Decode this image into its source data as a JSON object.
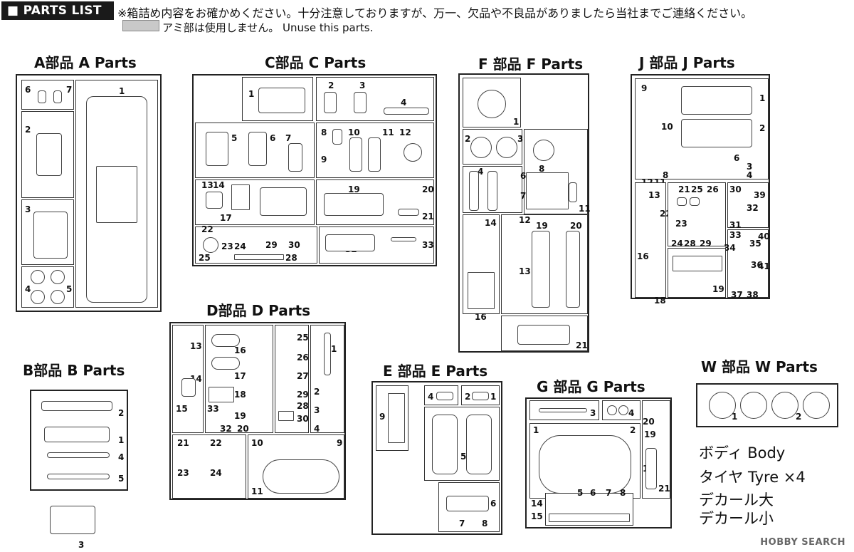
{
  "header": {
    "badge": "■ PARTS LIST",
    "note_jp": "※箱詰め内容をお確かめください。十分注意しておりますが、万一、欠品や不良品がありましたら当社までご連絡ください。",
    "unuse_jp": "アミ部は使用しません。",
    "unuse_en": "Unuse this parts."
  },
  "sections": {
    "A": "A部品 A Parts",
    "B": "B部品 B Parts",
    "C": "C部品 C Parts",
    "D": "D部品 D Parts",
    "E": "E 部品 E Parts",
    "F": "F 部品 F Parts",
    "G": "G 部品 G Parts",
    "J": "J 部品 J Parts",
    "W": "W 部品 W Parts"
  },
  "extras": {
    "body": "ボディ Body",
    "tyre": "タイヤ Tyre ×4",
    "decal_large": "デカール大",
    "decal_small": "デカール小"
  },
  "watermark": "HOBBY SEARCH"
}
